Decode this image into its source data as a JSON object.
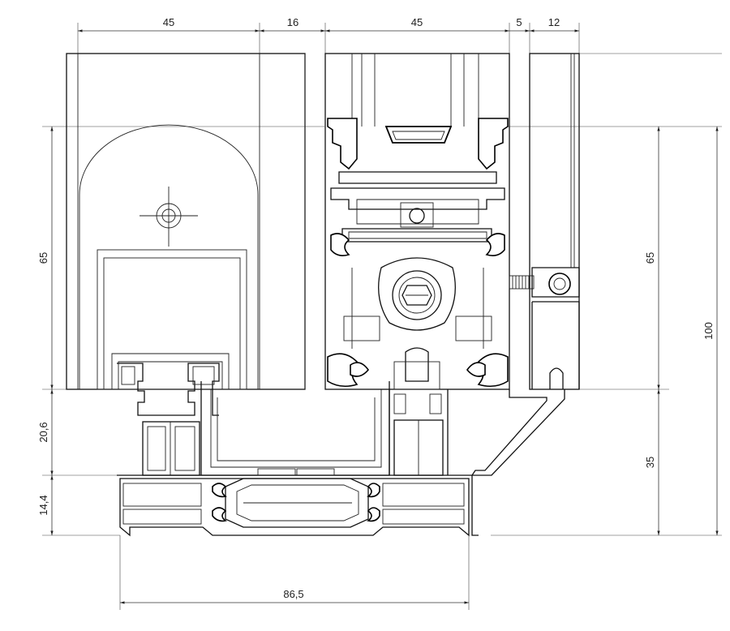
{
  "dimensions": {
    "top": [
      "45",
      "16",
      "45",
      "5",
      "12"
    ],
    "left_upper": "65",
    "left_mid": "20,6",
    "left_lower": "14,4",
    "right_inner_upper": "65",
    "right_inner_lower": "35",
    "right_outer": "100",
    "bottom": "86,5"
  }
}
